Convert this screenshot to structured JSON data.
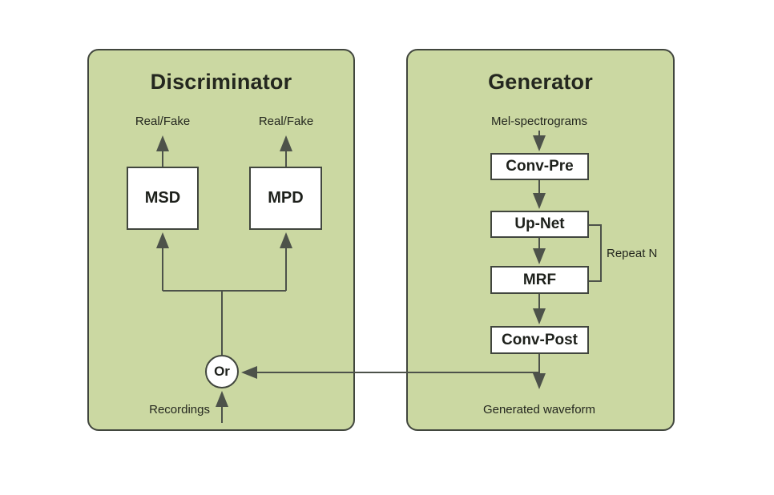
{
  "colors": {
    "panel_fill": "#cbd8a2",
    "panel_border": "#41463e",
    "wire": "#4d524a",
    "box_fill": "#ffffff",
    "text": "#24271f"
  },
  "discriminator": {
    "title": "Discriminator",
    "outputs": [
      {
        "label": "Real/Fake"
      },
      {
        "label": "Real/Fake"
      }
    ],
    "boxes": [
      {
        "label": "MSD"
      },
      {
        "label": "MPD"
      }
    ],
    "or_label": "Or",
    "input_label": "Recordings"
  },
  "generator": {
    "title": "Generator",
    "input_label": "Mel-spectrograms",
    "boxes": [
      {
        "label": "Conv-Pre"
      },
      {
        "label": "Up-Net"
      },
      {
        "label": "MRF"
      },
      {
        "label": "Conv-Post"
      }
    ],
    "repeat_label": "Repeat N",
    "output_label": "Generated waveform"
  }
}
